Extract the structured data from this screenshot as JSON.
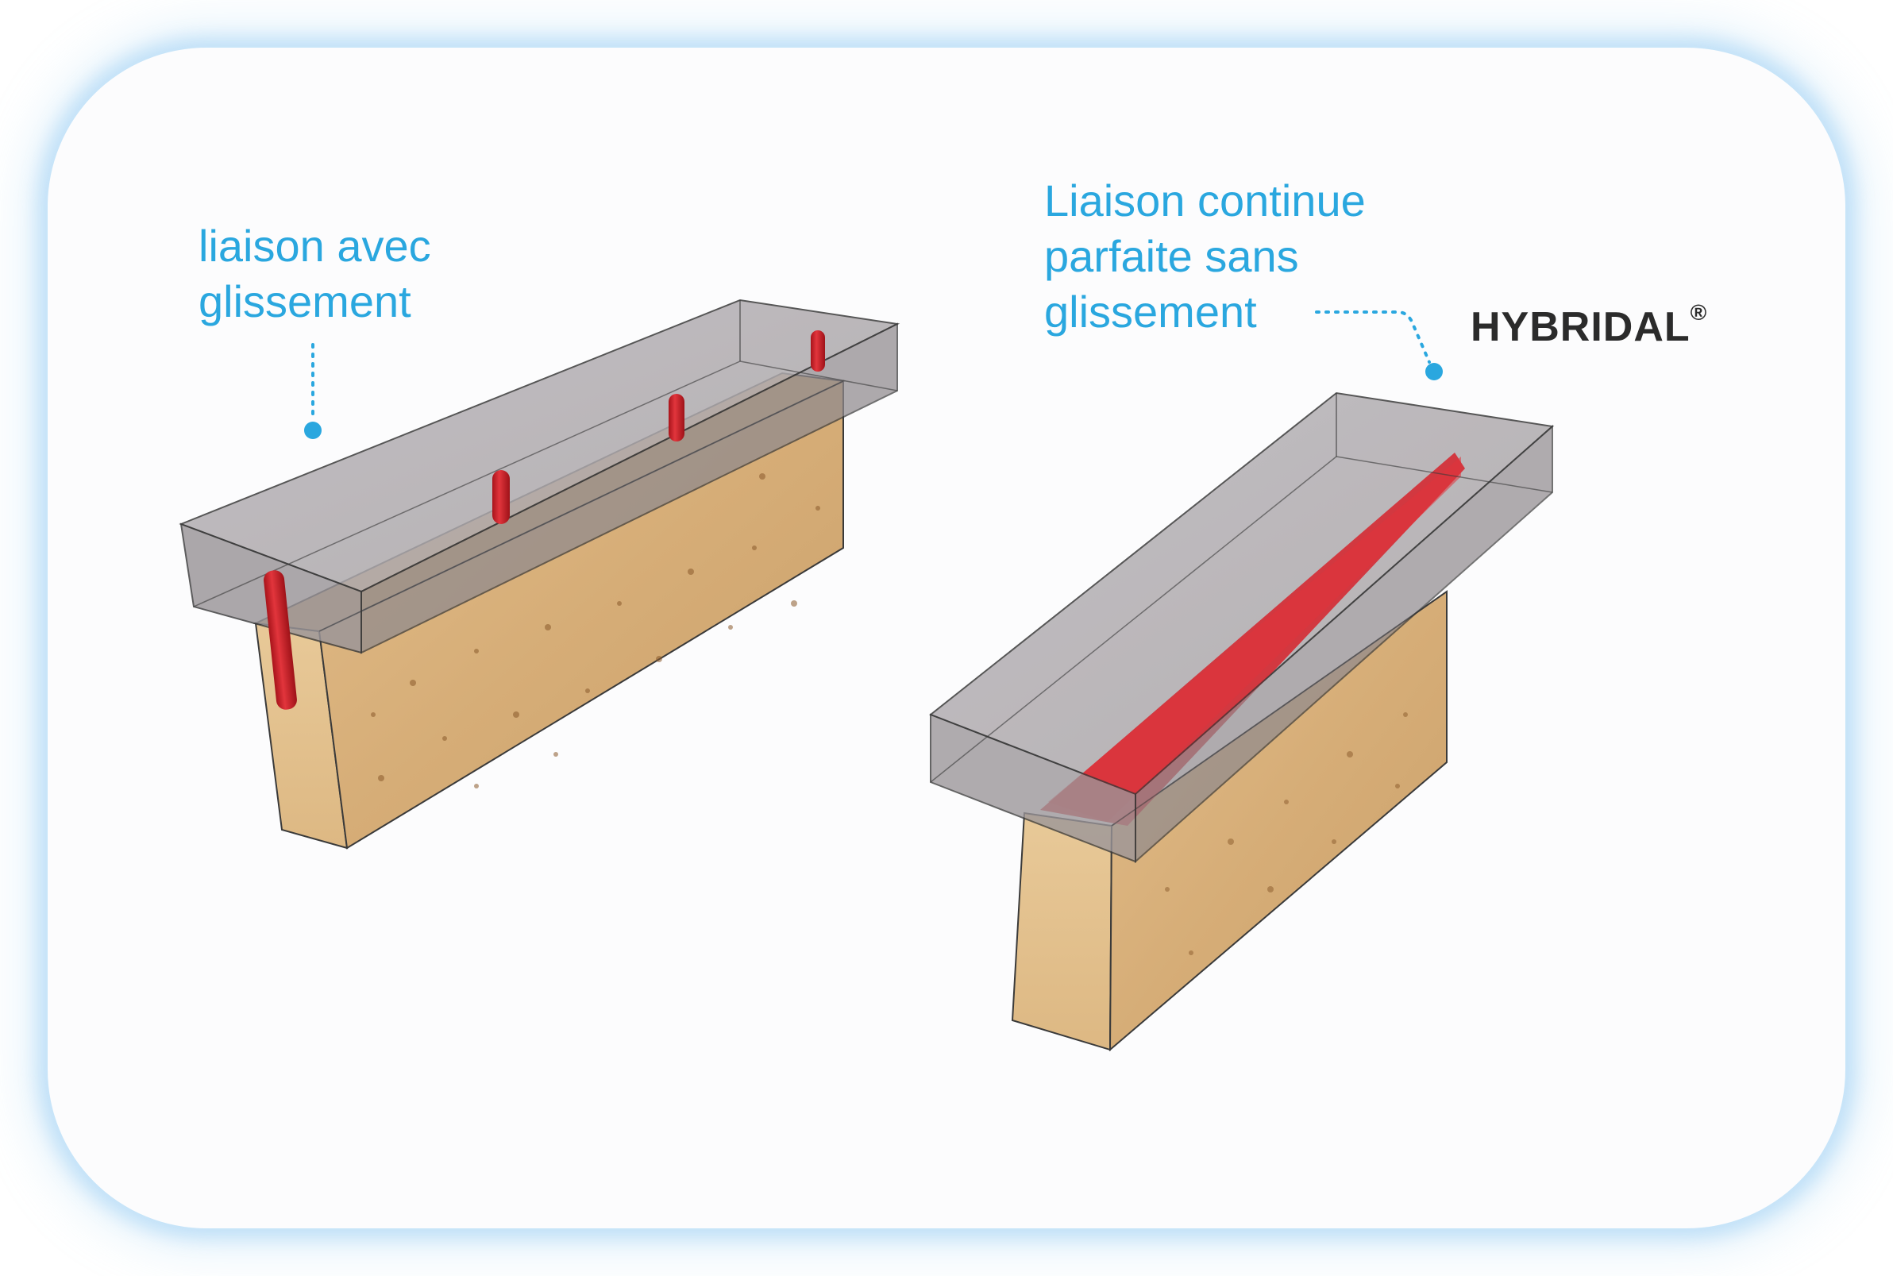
{
  "left_beam": {
    "label": "liaison avec\nglissement"
  },
  "right_beam": {
    "label": "Liaison continue\nparfaite sans\nglissement",
    "brand": "HYBRIDAL",
    "brand_mark": "®"
  },
  "colors": {
    "label_blue": "#2aa7df",
    "connector_red": "#d6222a",
    "concrete": "#8f8a8e",
    "timber": "#d9b27e"
  }
}
